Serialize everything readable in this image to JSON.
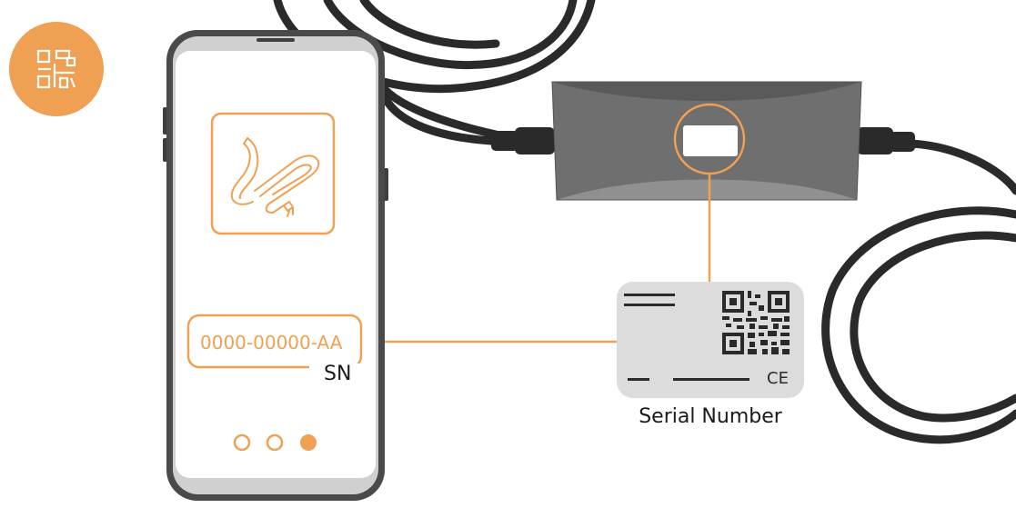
{
  "phone_screen": {
    "serial_value": "0000-00000-AA",
    "field_label": "SN",
    "pagination": {
      "count": 3,
      "active_index": 2
    }
  },
  "label_card": {
    "caption": "Serial Number",
    "ce_mark": "CE"
  },
  "icons": {
    "corner_badge": "qr-scan-icon",
    "app_tile": "charging-cable-icon"
  },
  "colors": {
    "accent": "#f0a052",
    "badge": "#f0a052",
    "device_body": "#7b7b7b",
    "cable": "#2a2a2a",
    "phone_frame": "#4a4a4a",
    "label_card": "#dcdcdc"
  }
}
